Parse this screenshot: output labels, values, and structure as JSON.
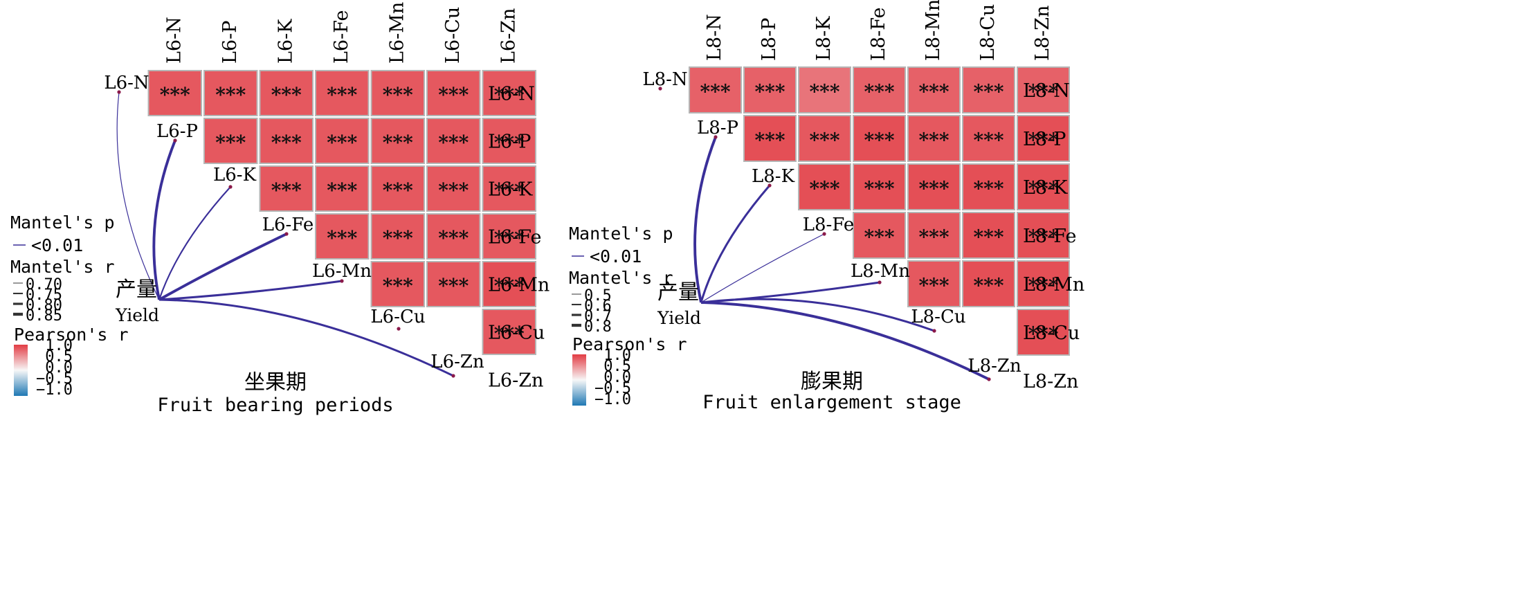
{
  "chart_data": [
    {
      "type": "heatmap",
      "title": "坐果期",
      "subtitle": "Fruit bearing periods",
      "variables": [
        "L6-N",
        "L6-P",
        "L6-K",
        "L6-Fe",
        "L6-Mn",
        "L6-Cu",
        "L6-Zn"
      ],
      "cell_label": "***",
      "matrix_type": "upper-triangular Pearson correlation",
      "pearson_r": [
        [
          0.85,
          0.85,
          0.85,
          0.85,
          0.85,
          0.85,
          0.85
        ],
        [
          null,
          0.85,
          0.85,
          0.85,
          0.85,
          0.85,
          0.85
        ],
        [
          null,
          null,
          0.85,
          0.85,
          0.85,
          0.85,
          0.85
        ],
        [
          null,
          null,
          null,
          0.85,
          0.85,
          0.85,
          0.85
        ],
        [
          null,
          null,
          null,
          null,
          0.85,
          0.85,
          0.9
        ],
        [
          null,
          null,
          null,
          null,
          null,
          null,
          0.85
        ],
        [
          null,
          null,
          null,
          null,
          null,
          null,
          null
        ]
      ],
      "yield_label_cn": "产量",
      "yield_label_en": "Yield",
      "mantel_links": [
        {
          "target": "L6-N",
          "mantel_r": 0.7,
          "mantel_p": "<0.01"
        },
        {
          "target": "L6-P",
          "mantel_r": 0.85,
          "mantel_p": "<0.01"
        },
        {
          "target": "L6-K",
          "mantel_r": 0.75,
          "mantel_p": "<0.01"
        },
        {
          "target": "L6-Fe",
          "mantel_r": 0.85,
          "mantel_p": "<0.01"
        },
        {
          "target": "L6-Mn",
          "mantel_r": 0.8,
          "mantel_p": "<0.01"
        },
        {
          "target": "L6-Cu",
          "mantel_r": null,
          "mantel_p": null
        },
        {
          "target": "L6-Zn",
          "mantel_r": 0.8,
          "mantel_p": "<0.01"
        }
      ],
      "legend": {
        "mantel_p_title": "Mantel's p",
        "mantel_p_items": [
          "<0.01"
        ],
        "mantel_r_title": "Mantel's r",
        "mantel_r_items": [
          "0.70",
          "0.75",
          "0.80",
          "0.85"
        ],
        "pearson_title": "Pearson's r",
        "pearson_ticks": [
          "1.0",
          "0.5",
          "0.0",
          "−0.5",
          "−1.0"
        ]
      }
    },
    {
      "type": "heatmap",
      "title": "膨果期",
      "subtitle": "Fruit enlargement stage",
      "variables": [
        "L8-N",
        "L8-P",
        "L8-K",
        "L8-Fe",
        "L8-Mn",
        "L8-Cu",
        "L8-Zn"
      ],
      "cell_label": "***",
      "matrix_type": "upper-triangular Pearson correlation",
      "pearson_r": [
        [
          0.8,
          0.8,
          0.7,
          0.8,
          0.8,
          0.8,
          0.8
        ],
        [
          null,
          0.9,
          0.85,
          0.9,
          0.85,
          0.85,
          0.9
        ],
        [
          null,
          null,
          0.9,
          0.9,
          0.9,
          0.9,
          0.9
        ],
        [
          null,
          null,
          null,
          0.85,
          0.85,
          0.9,
          0.9
        ],
        [
          null,
          null,
          null,
          null,
          0.85,
          0.9,
          0.9
        ],
        [
          null,
          null,
          null,
          null,
          null,
          null,
          0.9
        ],
        [
          null,
          null,
          null,
          null,
          null,
          null,
          null
        ]
      ],
      "yield_label_cn": "产量",
      "yield_label_en": "Yield",
      "mantel_links": [
        {
          "target": "L8-N",
          "mantel_r": null,
          "mantel_p": null
        },
        {
          "target": "L8-P",
          "mantel_r": 0.8,
          "mantel_p": "<0.01"
        },
        {
          "target": "L8-K",
          "mantel_r": 0.7,
          "mantel_p": "<0.01"
        },
        {
          "target": "L8-Fe",
          "mantel_r": 0.5,
          "mantel_p": "<0.01"
        },
        {
          "target": "L8-Mn",
          "mantel_r": 0.7,
          "mantel_p": "<0.01"
        },
        {
          "target": "L8-Cu",
          "mantel_r": 0.7,
          "mantel_p": "<0.01"
        },
        {
          "target": "L8-Zn",
          "mantel_r": 0.8,
          "mantel_p": "<0.01"
        }
      ],
      "legend": {
        "mantel_p_title": "Mantel's p",
        "mantel_p_items": [
          "<0.01"
        ],
        "mantel_r_title": "Mantel's r",
        "mantel_r_items": [
          "0.5",
          "0.6",
          "0.7",
          "0.8"
        ],
        "pearson_title": "Pearson's r",
        "pearson_ticks": [
          "1.0",
          "0.5",
          "0.0",
          "−0.5",
          "−1.0"
        ]
      }
    }
  ],
  "colors": {
    "pearson_high": "#e23c44",
    "pearson_mid": "#f7f7f7",
    "pearson_low": "#1f78b4",
    "mantel_line": "#3a2f99",
    "cell_border": "#b5b5b5",
    "node_dot": "#8b1a4a"
  }
}
